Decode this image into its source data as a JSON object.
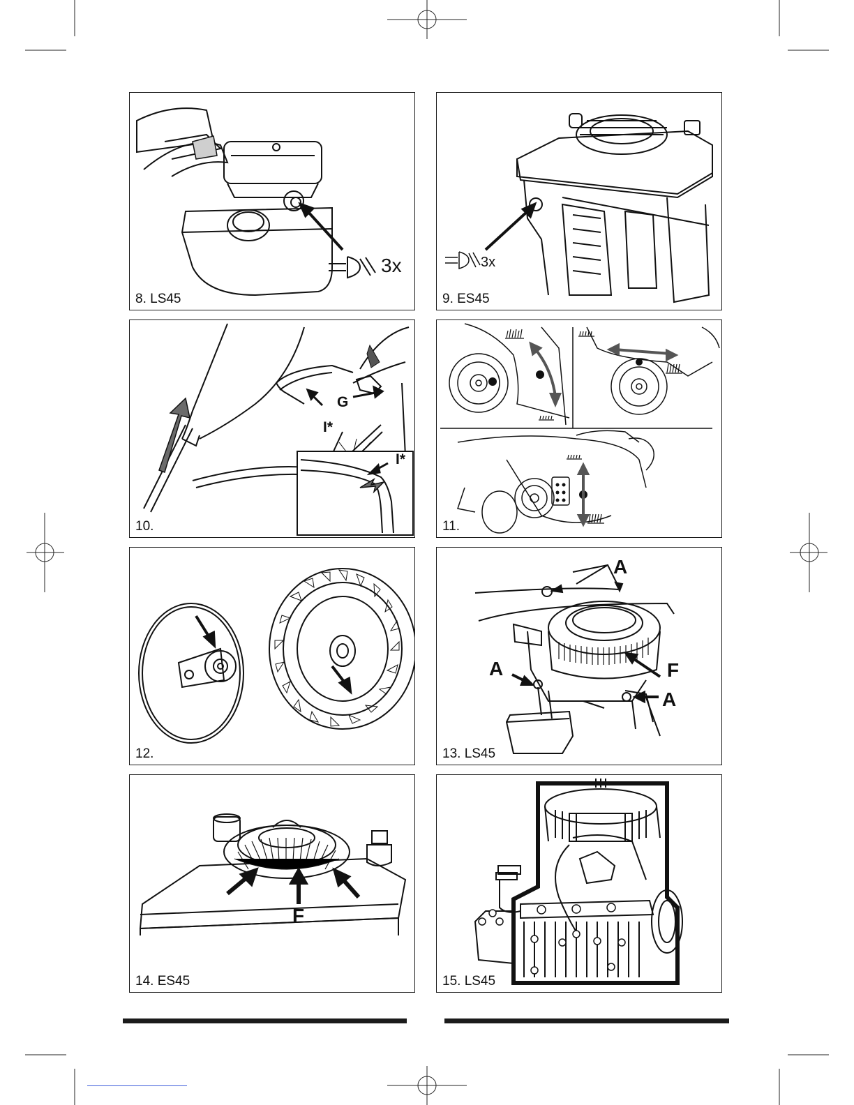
{
  "panels": [
    {
      "caption": "8. LS45",
      "multiplier": "3x"
    },
    {
      "caption": "9. ES45",
      "multiplier": "3x"
    },
    {
      "caption": "10.",
      "labels": {
        "g": "G",
        "i1": "I*",
        "i2": "I*"
      }
    },
    {
      "caption": "11."
    },
    {
      "caption": "12."
    },
    {
      "caption": "13. LS45",
      "labels": {
        "a1": "A",
        "a2": "A",
        "a3": "A",
        "f": "F"
      }
    },
    {
      "caption": "14. ES45",
      "labels": {
        "f": "F"
      }
    },
    {
      "caption": "15. LS45"
    }
  ],
  "colors": {
    "ink": "#111111",
    "fill_gray": "#6b6b6b",
    "rule": "#1b1b1b"
  },
  "icons": [
    "primer-bulb-press-icon",
    "registration-mark-icon",
    "arrow-icon",
    "grass-height-icon"
  ]
}
